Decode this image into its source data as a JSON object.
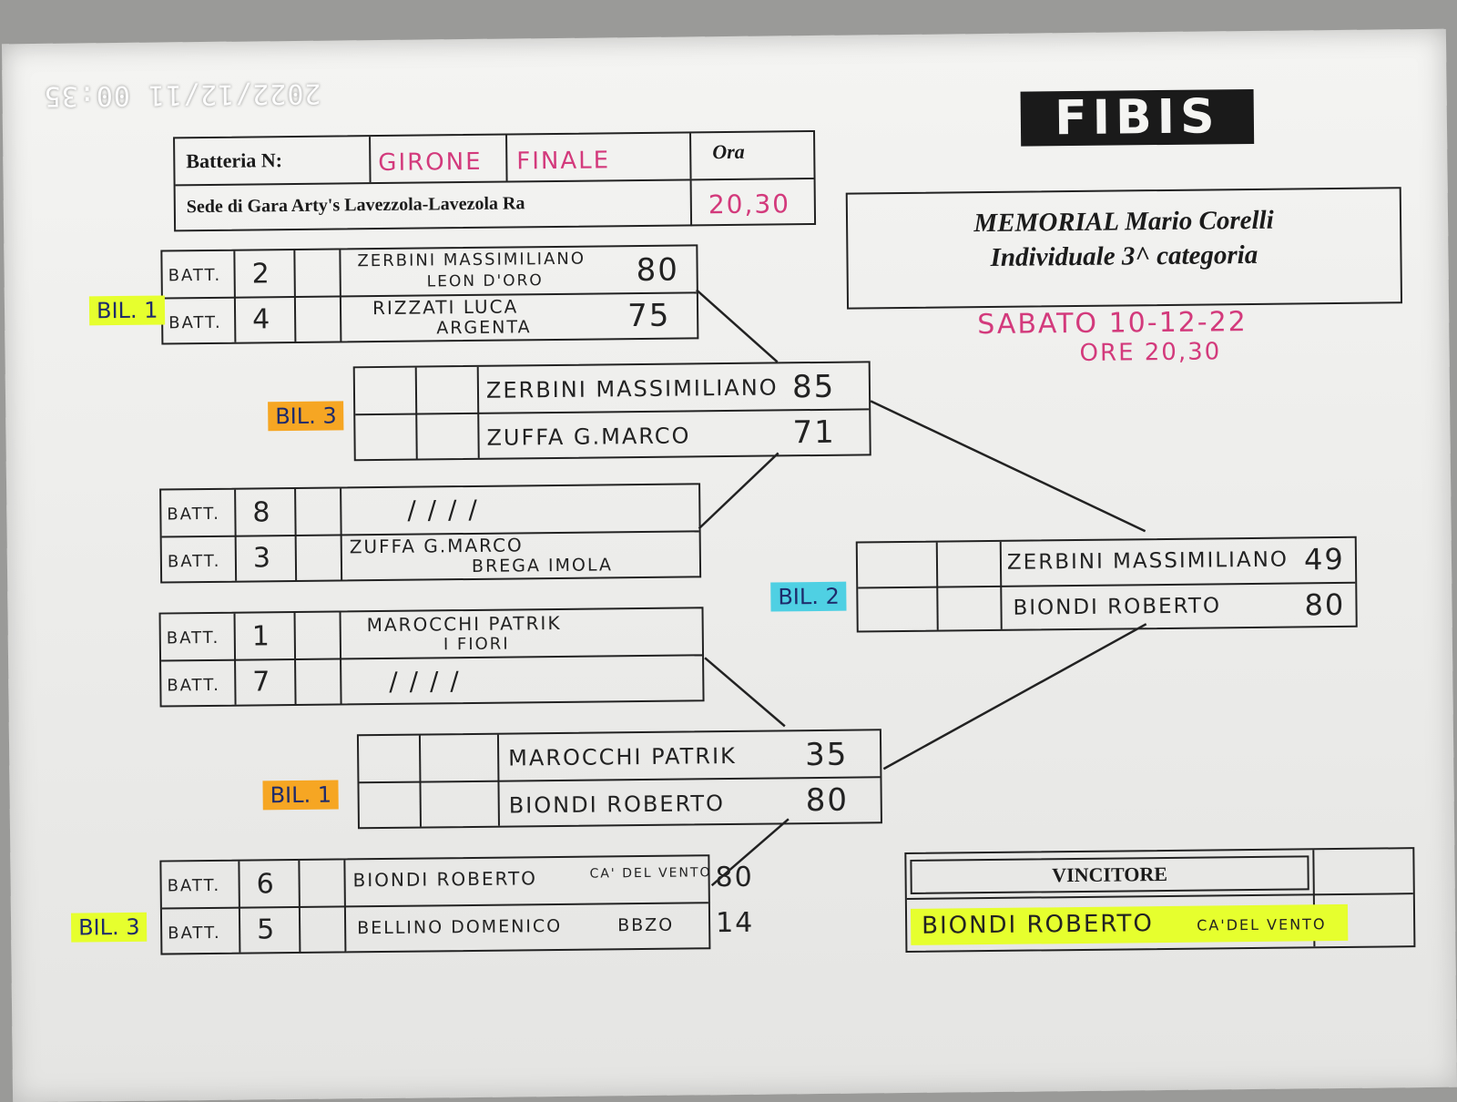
{
  "timestamp": "2022/12/11 00:35",
  "logo_text": "FIBIS",
  "header": {
    "batteria_label": "Batteria N:",
    "batteria_value_1": "GIRONE",
    "batteria_value_2": "FINALE",
    "ora_label": "Ora",
    "sede": "Sede di Gara Arty's Lavezzola-Lavezola Ra",
    "ora_value": "20,30"
  },
  "memorial": {
    "line1": "MEMORIAL Mario Corelli",
    "line2": "Individuale 3^ categoria"
  },
  "date_note": {
    "line1": "SABATO 10-12-22",
    "line2": "ORE 20,30"
  },
  "round1": [
    {
      "bil": "BIL. 1",
      "rows": [
        {
          "batt": "BATT.",
          "num": "2",
          "name": "ZERBINI MASSIMILIANO",
          "club": "LEON D'ORO",
          "score": "80"
        },
        {
          "batt": "BATT.",
          "num": "4",
          "name": "RIZZATI LUCA",
          "club": "ARGENTA",
          "score": "75"
        }
      ]
    },
    {
      "bil": "",
      "rows": [
        {
          "batt": "BATT.",
          "num": "8",
          "name": "/ / / /",
          "club": "",
          "score": ""
        },
        {
          "batt": "BATT.",
          "num": "3",
          "name": "ZUFFA G.MARCO",
          "club": "BREGA IMOLA",
          "score": ""
        }
      ]
    },
    {
      "bil": "",
      "rows": [
        {
          "batt": "BATT.",
          "num": "1",
          "name": "MAROCCHI PATRIK",
          "club": "I FIORI",
          "score": ""
        },
        {
          "batt": "BATT.",
          "num": "7",
          "name": "/ / / /",
          "club": "",
          "score": ""
        }
      ]
    },
    {
      "bil": "BIL. 3",
      "rows": [
        {
          "batt": "BATT.",
          "num": "6",
          "name": "BIONDI ROBERTO",
          "club": "CA' DEL VENTO",
          "score": "80"
        },
        {
          "batt": "BATT.",
          "num": "5",
          "name": "BELLINO DOMENICO",
          "club": "BBZO",
          "score": "14"
        }
      ]
    }
  ],
  "semis": [
    {
      "bil": "BIL. 3",
      "rows": [
        {
          "name": "ZERBINI MASSIMILIANO",
          "score": "85"
        },
        {
          "name": "ZUFFA G.MARCO",
          "score": "71"
        }
      ]
    },
    {
      "bil": "BIL. 1",
      "rows": [
        {
          "name": "MAROCCHI PATRIK",
          "score": "35"
        },
        {
          "name": "BIONDI ROBERTO",
          "score": "80"
        }
      ]
    }
  ],
  "final": {
    "bil": "BIL. 2",
    "rows": [
      {
        "name": "ZERBINI MASSIMILIANO",
        "score": "49"
      },
      {
        "name": "BIONDI ROBERTO",
        "score": "80"
      }
    ]
  },
  "winner": {
    "label": "VINCITORE",
    "name": "BIONDI ROBERTO",
    "club": "CA'DEL VENTO"
  },
  "colors": {
    "highlight_yellow": "#e6ff2e",
    "highlight_orange": "#f6a623",
    "highlight_cyan": "#4fd0e3",
    "pink_ink": "#d33a7c"
  }
}
